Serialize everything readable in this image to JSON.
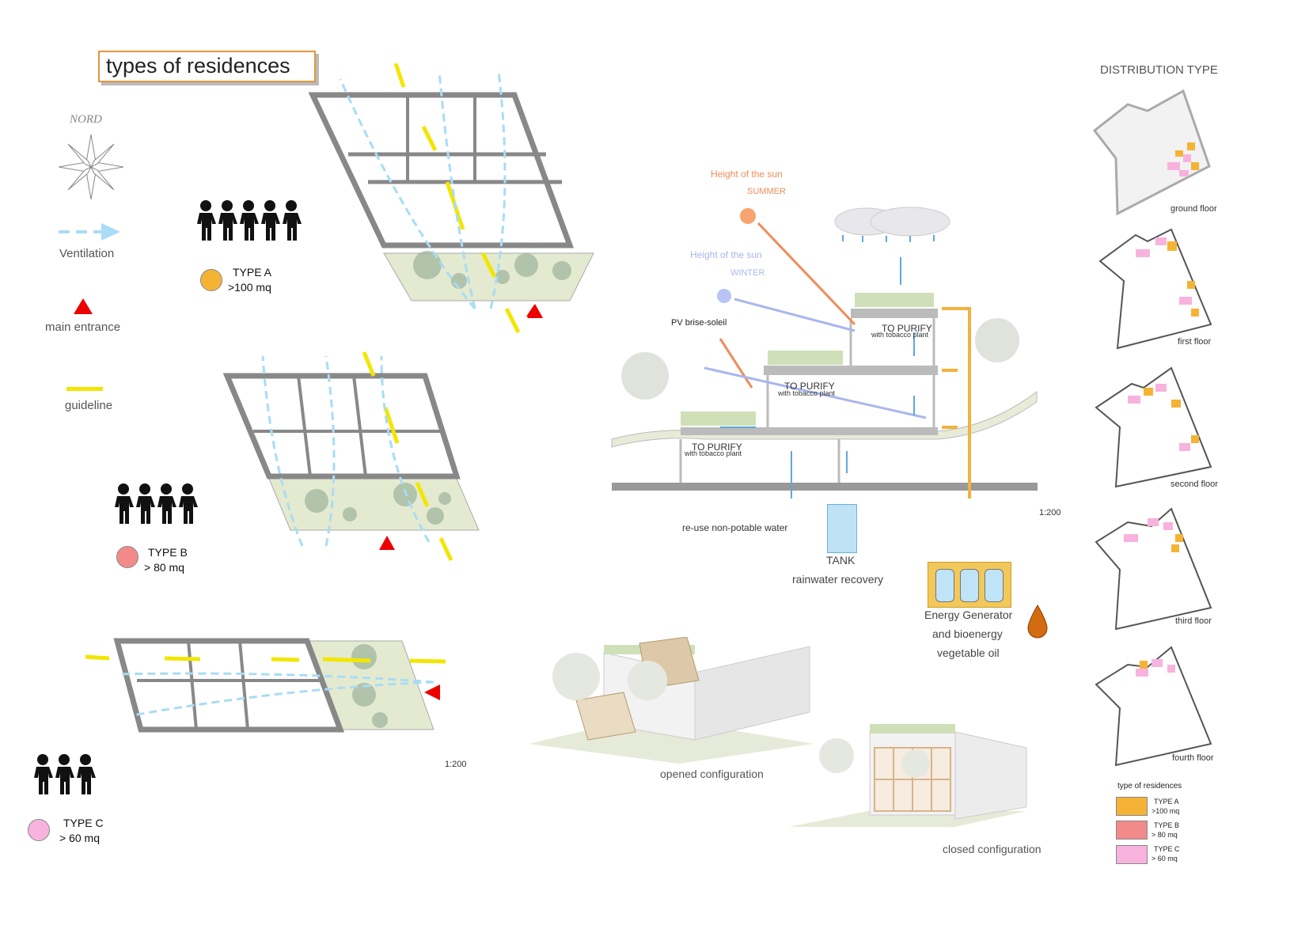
{
  "title": "types of residences",
  "legend": {
    "north": "NORD",
    "ventilation": "Ventilation",
    "main_entrance": "main entrance",
    "guideline": "guideline"
  },
  "types": [
    {
      "label": "TYPE A",
      "area": ">100 mq",
      "color": "#f5b335"
    },
    {
      "label": "TYPE B",
      "area": "> 80 mq",
      "color": "#f38a8a"
    },
    {
      "label": "TYPE C",
      "area": "> 60 mq",
      "color": "#f7b3dd"
    }
  ],
  "scales": {
    "plans": "1:200",
    "section": "1:200"
  },
  "section": {
    "sun_summer_label": "Height of the sun",
    "summer": "SUMMER",
    "sun_winter_label": "Height of the sun",
    "winter": "WINTER",
    "pv": "PV brise-soleil",
    "purify_top": "TO PURIFY",
    "purify_top_sub": "with tobacco plant",
    "purify_mid": "TO PURIFY",
    "purify_mid_sub": "with tobacco plant",
    "purify_low": "TO PURIFY",
    "purify_low_sub": "with tobacco plant",
    "reuse": "re-use non-potable water",
    "tank": "TANK",
    "tank_sub": "rainwater recovery",
    "energy_1": "Energy Generator",
    "energy_2": "and bioenergy",
    "energy_3": "vegetable oil"
  },
  "renders": {
    "opened": "opened configuration",
    "closed": "closed configuration"
  },
  "distribution": {
    "title": "DISTRIBUTION TYPE",
    "floors": [
      "ground floor",
      "first floor",
      "second floor",
      "third floor",
      "fourth floor"
    ],
    "legend_title": "type of residences",
    "legend_items": [
      {
        "name": "TYPE A",
        "area": ">100 mq",
        "color": "#f5b335"
      },
      {
        "name": "TYPE B",
        "area": "> 80 mq",
        "color": "#f38a8a"
      },
      {
        "name": "TYPE C",
        "area": "> 60 mq",
        "color": "#f7b3dd"
      }
    ]
  }
}
